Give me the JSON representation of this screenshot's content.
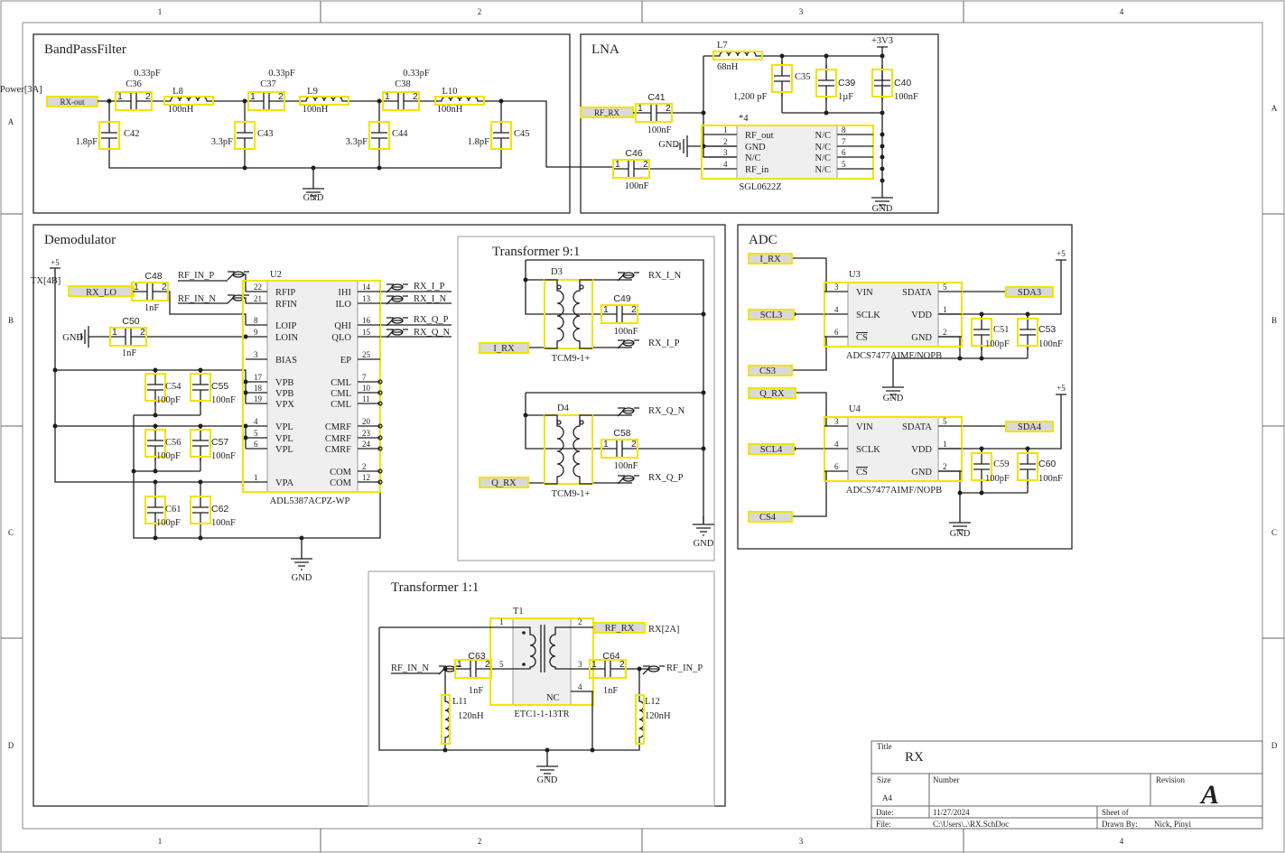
{
  "frame": {
    "columns": [
      "1",
      "2",
      "3",
      "4"
    ],
    "rows": [
      "A",
      "B",
      "C",
      "D"
    ]
  },
  "pins": {
    "p1": "1",
    "p2": "2"
  },
  "bandpass": {
    "title": "BandPassFilter",
    "port": "RX-out",
    "port_ref": "Power[3A]",
    "gnd": "GND",
    "series": [
      {
        "ref": "C36",
        "value": "0.33pF"
      },
      {
        "ref": "L8",
        "value": "100nH"
      },
      {
        "ref": "C37",
        "value": "0.33pF"
      },
      {
        "ref": "L9",
        "value": "100nH"
      },
      {
        "ref": "C38",
        "value": "0.33pF"
      },
      {
        "ref": "L10",
        "value": "100nH"
      }
    ],
    "shunt": [
      {
        "ref": "C42",
        "value": "1.8pF"
      },
      {
        "ref": "C43",
        "value": "3.3pF"
      },
      {
        "ref": "C44",
        "value": "3.3pF"
      },
      {
        "ref": "C45",
        "value": "1.8pF"
      }
    ]
  },
  "lna": {
    "title": "LNA",
    "port": "RF_RX",
    "supply": "+3V3",
    "gnd": "GND",
    "gnd_left": "GND",
    "l7": {
      "ref": "L7",
      "value": "68nH"
    },
    "c35": {
      "ref": "C35",
      "value": "1,200 pF"
    },
    "c39": {
      "ref": "C39",
      "value": "1µF"
    },
    "c40": {
      "ref": "C40",
      "value": "100nF"
    },
    "c41": {
      "ref": "C41",
      "value": "100nF"
    },
    "c46": {
      "ref": "C46",
      "value": "100nF"
    },
    "ic": {
      "ref": "*4",
      "part": "SGL0622Z",
      "left": [
        {
          "num": "1",
          "name": "RF_out"
        },
        {
          "num": "2",
          "name": "GND"
        },
        {
          "num": "3",
          "name": "N/C"
        },
        {
          "num": "4",
          "name": "RF_in"
        }
      ],
      "right": [
        {
          "num": "8",
          "name": "N/C"
        },
        {
          "num": "7",
          "name": "N/C"
        },
        {
          "num": "6",
          "name": "N/C"
        },
        {
          "num": "5",
          "name": "N/C"
        }
      ]
    }
  },
  "demod": {
    "title": "Demodulator",
    "supply": "+5",
    "port": "RX_LO",
    "port_ref": "TX[4B]",
    "gnd": "GND",
    "gnd_left": "GND",
    "net_rf_in_p": "RF_IN_P",
    "net_rf_in_n": "RF_IN_N",
    "net_out": [
      "RX_I_P",
      "RX_I_N",
      "RX_Q_P",
      "RX_Q_N"
    ],
    "c48": {
      "ref": "C48",
      "value": "1nF"
    },
    "c50": {
      "ref": "C50",
      "value": "1nF"
    },
    "decoupling": [
      {
        "ref": "C54",
        "value": "100pF"
      },
      {
        "ref": "C55",
        "value": "100nF"
      },
      {
        "ref": "C56",
        "value": "100pF"
      },
      {
        "ref": "C57",
        "value": "100nF"
      },
      {
        "ref": "C61",
        "value": "100pF"
      },
      {
        "ref": "C62",
        "value": "100nF"
      }
    ],
    "u2": {
      "ref": "U2",
      "part": "ADL5387ACPZ-WP",
      "left": [
        {
          "num": "22",
          "name": "RFIP"
        },
        {
          "num": "21",
          "name": "RFIN"
        },
        {
          "num": "8",
          "name": "LOIP"
        },
        {
          "num": "9",
          "name": "LOIN"
        },
        {
          "num": "3",
          "name": "BIAS"
        },
        {
          "num": "17",
          "name": "VPB"
        },
        {
          "num": "18",
          "name": "VPB"
        },
        {
          "num": "19",
          "name": "VPX"
        },
        {
          "num": "4",
          "name": "VPL"
        },
        {
          "num": "5",
          "name": "VPL"
        },
        {
          "num": "6",
          "name": "VPL"
        },
        {
          "num": "1",
          "name": "VPA"
        }
      ],
      "right": [
        {
          "num": "14",
          "name": "IHI"
        },
        {
          "num": "13",
          "name": "ILO"
        },
        {
          "num": "16",
          "name": "QHI"
        },
        {
          "num": "15",
          "name": "QLO"
        },
        {
          "num": "25",
          "name": "EP"
        },
        {
          "num": "7",
          "name": "CML"
        },
        {
          "num": "10",
          "name": "CML"
        },
        {
          "num": "11",
          "name": "CML"
        },
        {
          "num": "20",
          "name": "CMRF"
        },
        {
          "num": "23",
          "name": "CMRF"
        },
        {
          "num": "24",
          "name": "CMRF"
        },
        {
          "num": "2",
          "name": "COM"
        },
        {
          "num": "12",
          "name": "COM"
        }
      ]
    }
  },
  "tf91": {
    "title": "Transformer 9:1",
    "gnd": "GND",
    "d3": {
      "ref": "D3",
      "part": "TCM9-1+",
      "port": "I_RX",
      "net_top": "RX_I_N",
      "net_bot": "RX_I_P",
      "cap_ref": "C49",
      "cap_value": "100nF"
    },
    "d4": {
      "ref": "D4",
      "part": "TCM9-1+",
      "port": "Q_RX",
      "net_top": "RX_Q_N",
      "net_bot": "RX_Q_P",
      "cap_ref": "C58",
      "cap_value": "100nF"
    }
  },
  "tf11": {
    "title": "Transformer 1:1",
    "gnd": "GND",
    "t1": {
      "ref": "T1",
      "part": "ETC1-1-13TR",
      "nc": "NC",
      "pins": [
        "1",
        "2",
        "5",
        "3",
        "4"
      ]
    },
    "port": "RF_RX",
    "port_ref": "RX[2A]",
    "net_n": "RF_IN_N",
    "net_p": "RF_IN_P",
    "c63": {
      "ref": "C63",
      "value": "1nF"
    },
    "c64": {
      "ref": "C64",
      "value": "1nF"
    },
    "l11": {
      "ref": "L11",
      "value": "120nH"
    },
    "l12": {
      "ref": "L12",
      "value": "120nH"
    }
  },
  "adc": {
    "title": "ADC",
    "supply": "+5",
    "gnd": "GND",
    "u3": {
      "ref": "U3",
      "part": "ADCS7477AIMF/NOPB",
      "port_in": "I_RX",
      "port_scl": "SCL3",
      "port_cs": "CS3",
      "port_sda": "SDA3",
      "c_a": {
        "ref": "C51",
        "value": "100pF"
      },
      "c_b": {
        "ref": "C53",
        "value": "100nF"
      },
      "left": [
        {
          "num": "3",
          "name": "VIN"
        },
        {
          "num": "4",
          "name": "SCLK"
        },
        {
          "num": "6",
          "name": "CS"
        }
      ],
      "right": [
        {
          "num": "5",
          "name": "SDATA"
        },
        {
          "num": "1",
          "name": "VDD"
        },
        {
          "num": "2",
          "name": "GND"
        }
      ]
    },
    "u4": {
      "ref": "U4",
      "part": "ADCS7477AIMF/NOPB",
      "port_in": "Q_RX",
      "port_scl": "SCL4",
      "port_cs": "CS4",
      "port_sda": "SDA4",
      "c_a": {
        "ref": "C59",
        "value": "100pF"
      },
      "c_b": {
        "ref": "C60",
        "value": "100nF"
      },
      "left": [
        {
          "num": "3",
          "name": "VIN"
        },
        {
          "num": "4",
          "name": "SCLK"
        },
        {
          "num": "6",
          "name": "CS"
        }
      ],
      "right": [
        {
          "num": "5",
          "name": "SDATA"
        },
        {
          "num": "1",
          "name": "VDD"
        },
        {
          "num": "2",
          "name": "GND"
        }
      ]
    }
  },
  "titleblock": {
    "title_label": "Title",
    "title": "RX",
    "size_label": "Size",
    "size": "A4",
    "number_label": "Number",
    "revision_label": "Revision",
    "revision": "A",
    "date_label": "Date:",
    "date": "11/27/2024",
    "file_label": "File:",
    "file": "C:\\Users\\..\\RX.SchDoc",
    "sheet_label": "Sheet  of",
    "drawn_label": "Drawn By:",
    "drawn_by": "Nick, Pinyi"
  }
}
